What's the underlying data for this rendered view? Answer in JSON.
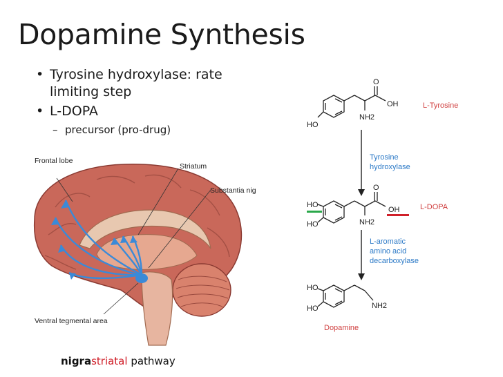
{
  "slide": {
    "title": "Dopamine Synthesis",
    "bullets": [
      {
        "text": "Tyrosine hydroxylase: rate limiting step"
      },
      {
        "text": "L-DOPA"
      }
    ],
    "sub_bullet": "precursor (pro-drug)"
  },
  "brain": {
    "labels": {
      "frontal_lobe": "Frontal lobe",
      "striatum": "Striatum",
      "substantia_nigra": "Substantia nigra",
      "vta": "Ventral tegmental area"
    },
    "caption": {
      "part1": "nigra",
      "part2": "striatal",
      "part3": " pathway"
    },
    "colors": {
      "pathway": "#3a8ad8",
      "caption_accent": "#d0202a"
    }
  },
  "chemistry": {
    "tyrosine": {
      "name": "L-Tyrosine",
      "ho": "HO",
      "oh": "OH",
      "o": "O",
      "nh2": "NH2"
    },
    "enzyme1": [
      "Tyrosine",
      "hydroxylase"
    ],
    "ldopa": {
      "name": "L-DOPA",
      "ho1": "HO",
      "ho2": "HO",
      "oh": "OH",
      "o": "O",
      "nh2": "NH2"
    },
    "enzyme2": [
      "L-aromatic",
      "amino acid",
      "decarboxylase"
    ],
    "dopamine": {
      "name": "Dopamine",
      "ho1": "HO",
      "ho2": "HO",
      "nh2": "NH2"
    },
    "colors": {
      "label": "#d04040",
      "enzyme": "#2a78c6",
      "highlight_green": "#2aa84a",
      "highlight_red": "#d0202a"
    }
  }
}
